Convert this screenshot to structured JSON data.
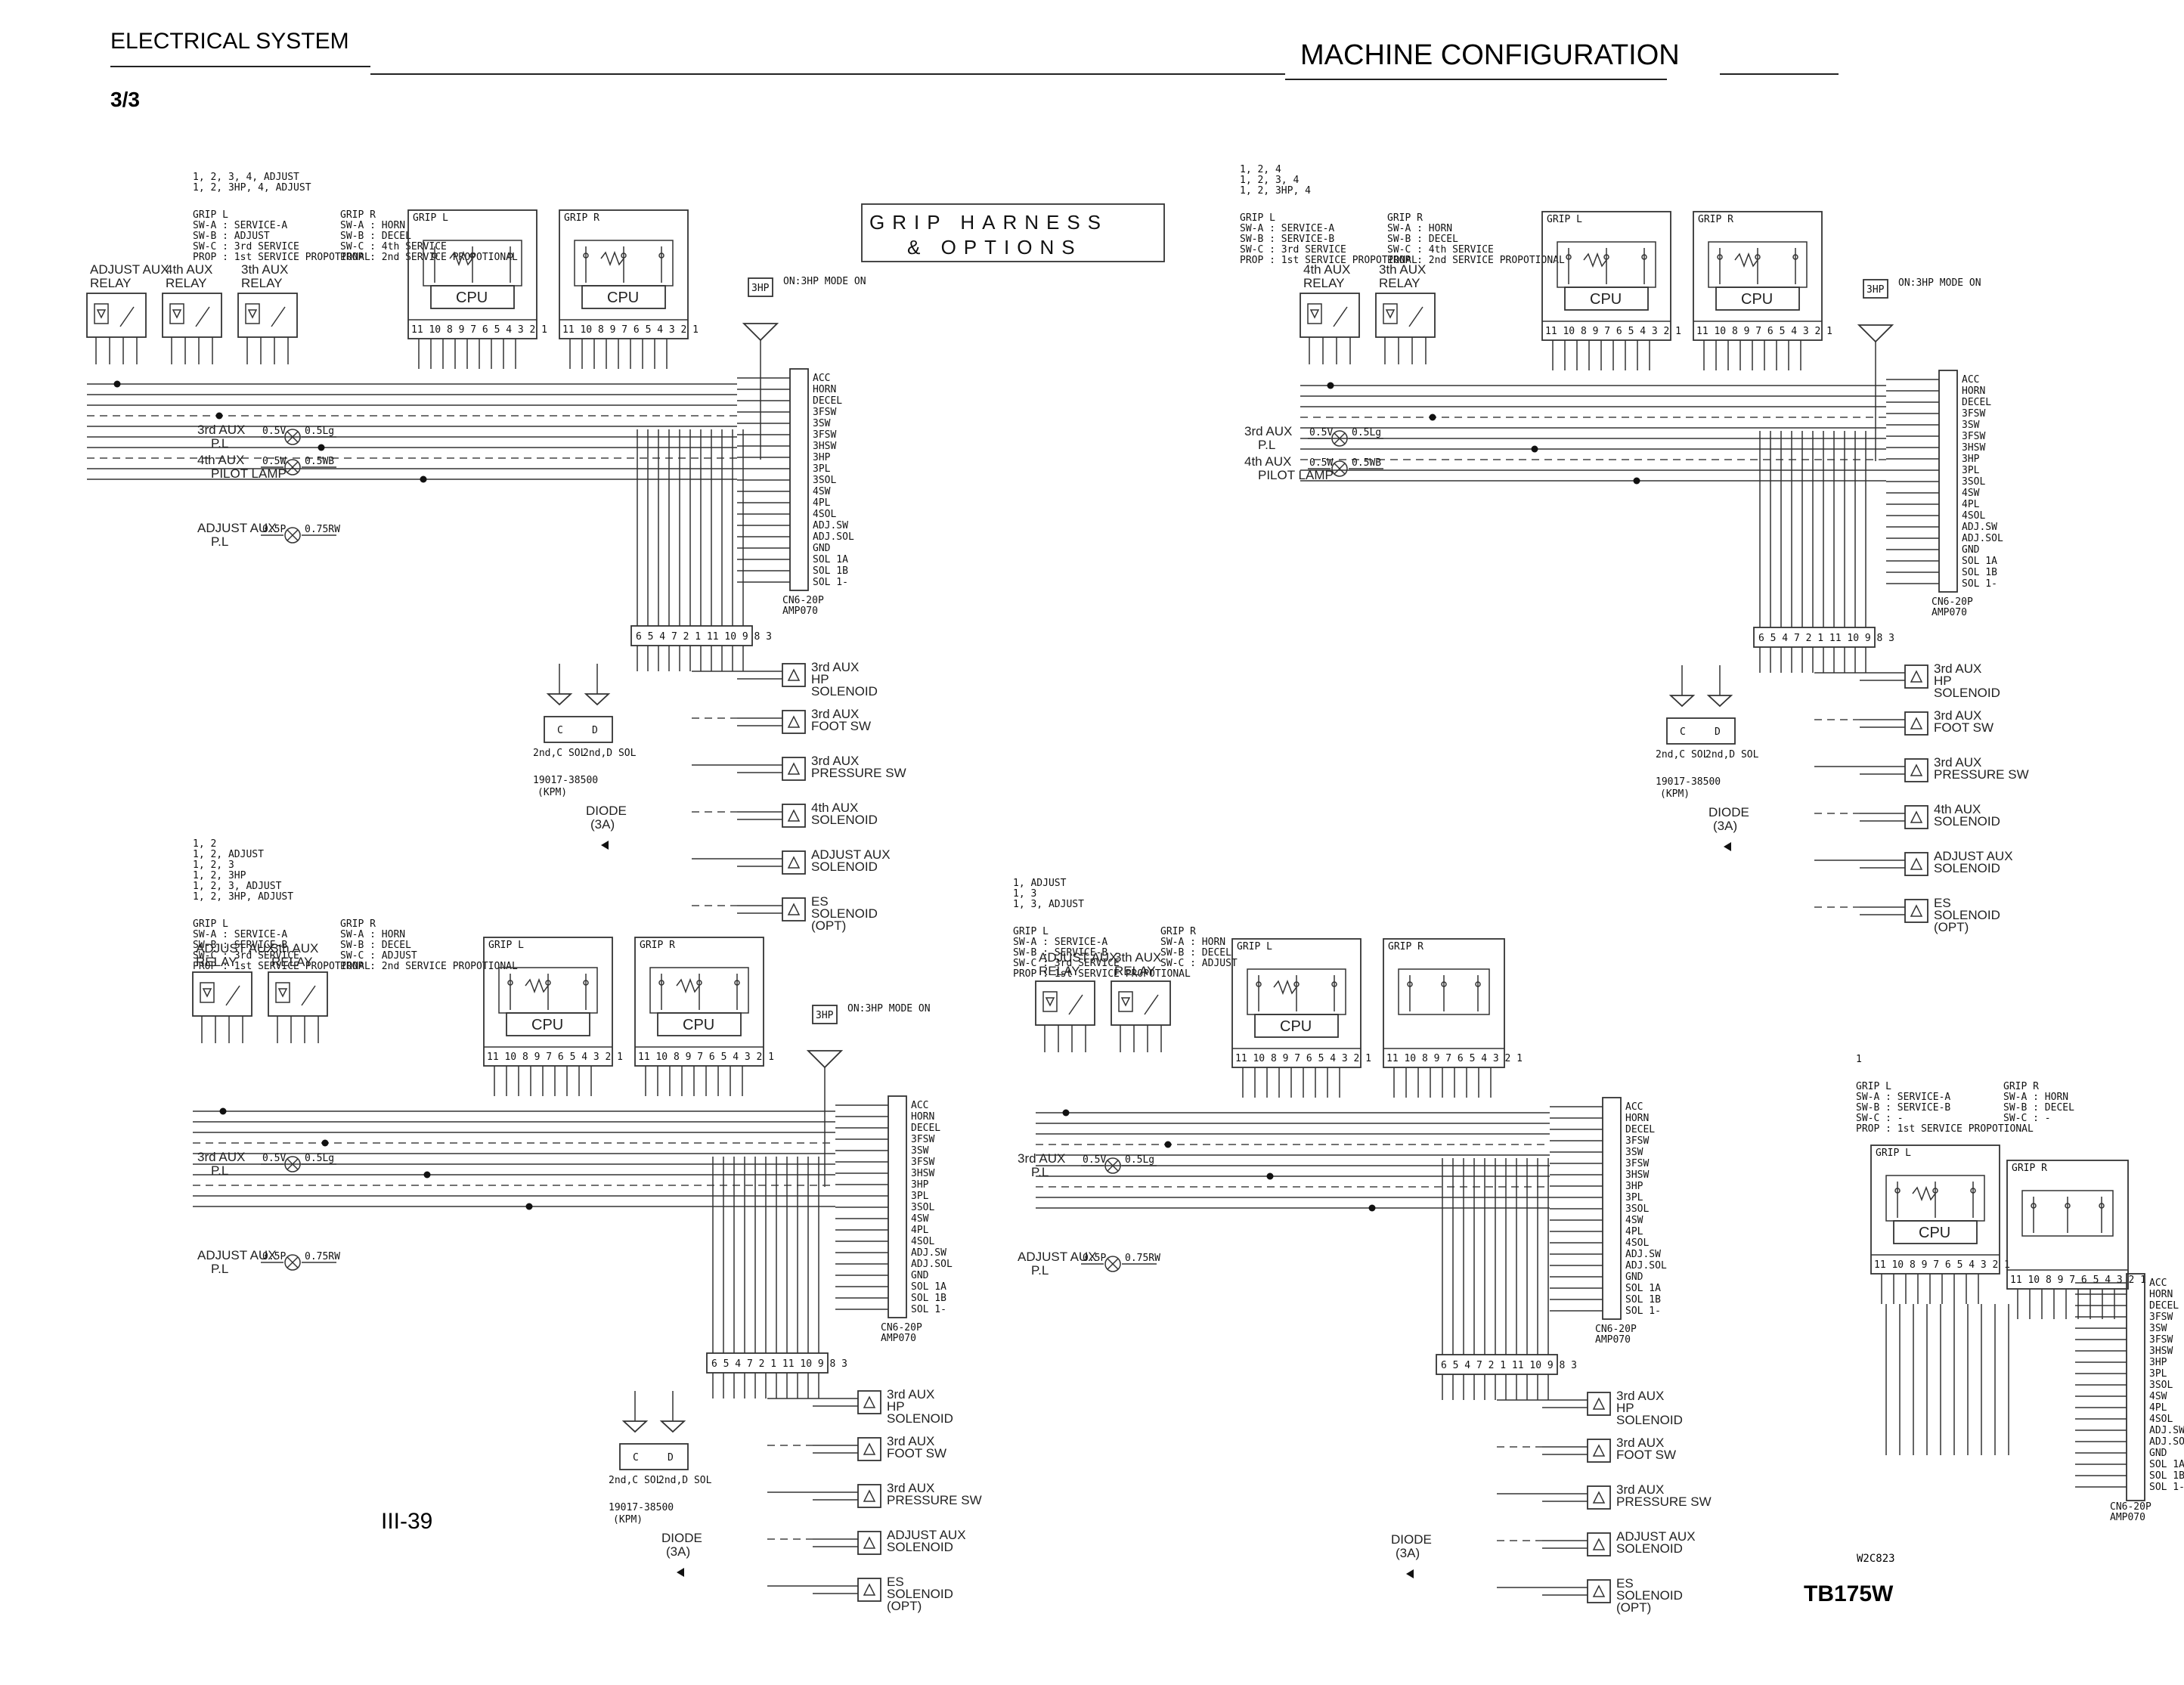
{
  "header": {
    "section_title": "ELECTRICAL SYSTEM",
    "page_no": "3/3",
    "config_title": "MACHINE CONFIGURATION",
    "banner_line1": "GRIP HARNESS",
    "banner_line2": "& OPTIONS"
  },
  "footer": {
    "page_ref": "III-39",
    "model": "TB175W",
    "drawing_no": "W2C823"
  },
  "common": {
    "cpu": "CPU",
    "grip_l": "GRIP L",
    "grip_r": "GRIP R",
    "pins": "11 10 8 9 7 6 5 4 3 2 1",
    "connector_pins": "6 5 4 7 2 1 11 10 9 8 3",
    "connector_name": "CN6-20P",
    "connector_mfr": "AMP070",
    "three_hp": "3HP",
    "three_hp_note": "ON:3HP MODE ON",
    "valve_part": "19017-38500",
    "valve_maker": "(KPM)",
    "sol_c": "C",
    "sol_d": "D",
    "sol_c_label": "2nd,C SOL",
    "sol_d_label": "2nd,D SOL",
    "diode": "DIODE",
    "diode_rating": "(3A)",
    "sw_a": "SW-A",
    "sw_b": "SW-B",
    "sw_c": "SW-C"
  },
  "legends": {
    "d1": {
      "options": [
        "1, 2, 3, 4, ADJUST",
        "1, 2, 3HP, 4, ADJUST"
      ],
      "grip_l": [
        "GRIP L",
        "SW-A : SERVICE-A",
        "SW-B : ADJUST",
        "SW-C : 3rd SERVICE",
        "PROP : 1st SERVICE PROPOTIONAL"
      ],
      "grip_r": [
        "GRIP R",
        "SW-A : HORN",
        "SW-B : DECEL",
        "SW-C : 4th SERVICE",
        "PROP : 2nd SERVICE PROPOTIONAL"
      ]
    },
    "d2": {
      "options": [
        "1, 2, 4",
        "1, 2, 3, 4",
        "1, 2, 3HP, 4"
      ],
      "grip_l": [
        "GRIP L",
        "SW-A : SERVICE-A",
        "SW-B : SERVICE-B",
        "SW-C : 3rd SERVICE",
        "PROP : 1st SERVICE PROPOTIONAL"
      ],
      "grip_r": [
        "GRIP R",
        "SW-A : HORN",
        "SW-B : DECEL",
        "SW-C : 4th SERVICE",
        "PROP : 2nd SERVICE PROPOTIONAL"
      ]
    },
    "d3": {
      "options": [
        "1, 2",
        "1, 2, ADJUST",
        "1, 2, 3",
        "1, 2, 3HP",
        "1, 2, 3, ADJUST",
        "1, 2, 3HP, ADJUST"
      ],
      "grip_l": [
        "GRIP L",
        "SW-A : SERVICE-A",
        "SW-B : SERVICE-B",
        "SW-C : 3rd SERVICE",
        "PROP : 1st SERVICE PROPOTIONAL"
      ],
      "grip_r": [
        "GRIP R",
        "SW-A : HORN",
        "SW-B : DECEL",
        "SW-C : ADJUST",
        "PROP : 2nd SERVICE PROPOTIONAL"
      ]
    },
    "d4": {
      "options": [
        "1, ADJUST",
        "1, 3",
        "1, 3, ADJUST"
      ],
      "grip_l": [
        "GRIP L",
        "SW-A : SERVICE-A",
        "SW-B : SERVICE-B",
        "SW-C : 3rd SERVICE",
        "PROP : 1st SERVICE PROPOTIONAL"
      ],
      "grip_r": [
        "GRIP R",
        "SW-A : HORN",
        "SW-B : DECEL",
        "SW-C : ADJUST"
      ]
    },
    "d5": {
      "options": [
        "1"
      ],
      "grip_l": [
        "GRIP L",
        "SW-A : SERVICE-A",
        "SW-B : SERVICE-B",
        "SW-C : -",
        "PROP : 1st SERVICE PROPOTIONAL"
      ],
      "grip_r": [
        "GRIP R",
        "SW-A : HORN",
        "SW-B : DECEL",
        "SW-C : -"
      ]
    }
  },
  "relays": {
    "adjust": [
      "ADJUST AUX",
      "RELAY"
    ],
    "fourth": [
      "4th AUX",
      "RELAY"
    ],
    "third": [
      "3th AUX",
      "RELAY"
    ]
  },
  "lamps": {
    "third_aux": [
      "3rd AUX",
      "P.L"
    ],
    "fourth_aux": [
      "4th AUX",
      "PILOT LAMP"
    ],
    "adjust_aux": [
      "ADJUST AUX",
      "P.L"
    ],
    "wire_a": "0.5V",
    "wire_b": "0.5Lg",
    "wire_c": "0.5W",
    "wire_d": "0.5WB",
    "wire_e": "0.5P",
    "wire_f": "0.75RW"
  },
  "signals": [
    "ACC",
    "HORN",
    "DECEL",
    "3FSW",
    "3SW",
    "3FSW",
    "3HSW",
    "3HP",
    "3PL",
    "3SOL",
    "4SW",
    "4PL",
    "4SOL",
    "ADJ.SW",
    "ADJ.SOL",
    "GND",
    "SOL 1A",
    "SOL 1B",
    "SOL 1-"
  ],
  "outputs": {
    "hp": [
      "3rd AUX",
      "HP",
      "SOLENOID"
    ],
    "foot": [
      "3rd AUX",
      "FOOT SW"
    ],
    "pressure": [
      "3rd AUX",
      "PRESSURE SW"
    ],
    "fourth_sol": [
      "4th AUX",
      "SOLENOID"
    ],
    "adjust_sol": [
      "ADJUST AUX",
      "SOLENOID"
    ],
    "es": [
      "ES",
      "SOLENOID",
      "(OPT)"
    ]
  }
}
